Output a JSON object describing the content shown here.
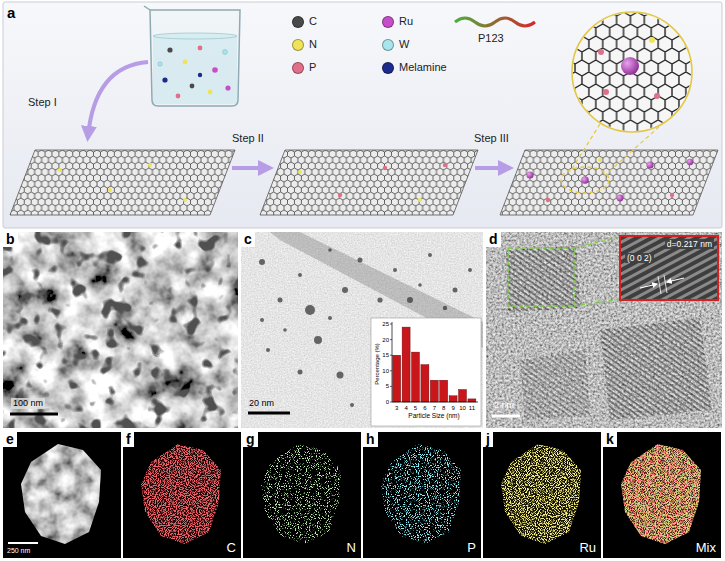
{
  "diagram": {
    "nodes": [
      {
        "text": [
          "a"
        ]
      },
      {
        "text": [
          "b",
          "100 nm"
        ]
      },
      {
        "text": [
          "c",
          "20 nm"
        ]
      },
      {
        "text": [
          "Percentage (%)",
          "Particle Size (nm)"
        ],
        "in": 2
      },
      {
        "text": [
          "d",
          "2 nm"
        ]
      },
      {
        "text": [
          "d=0.217 nm",
          "(0 0 2)"
        ],
        "in": 4
      },
      {
        "text": [
          "e",
          "250 nm"
        ]
      },
      {
        "text": [
          "f",
          "C"
        ]
      },
      {
        "text": [
          "g",
          "N"
        ]
      },
      {
        "text": [
          "h",
          "P"
        ]
      },
      {
        "text": [
          "j",
          "Ru"
        ]
      },
      {
        "text": [
          "k",
          "Mix"
        ]
      }
    ],
    "labels": [
      "Step I",
      "Step II",
      "Step III",
      "0",
      "5",
      "10",
      "15",
      "20",
      "25",
      "3",
      "4",
      "5",
      "6",
      "7",
      "8",
      "9",
      "10",
      "11"
    ],
    "legend": [
      {
        "text": "C",
        "color": "#4a4a4a"
      },
      {
        "text": "N",
        "color": "#efe35a"
      },
      {
        "text": "P",
        "color": "#e0708a"
      },
      {
        "text": "Ru",
        "color": "#c64fc9"
      },
      {
        "text": "W",
        "color": "#a6e6ec"
      },
      {
        "text": "Melamine",
        "color": "#1c2a8c"
      },
      {
        "text": "P123"
      }
    ]
  }
}
